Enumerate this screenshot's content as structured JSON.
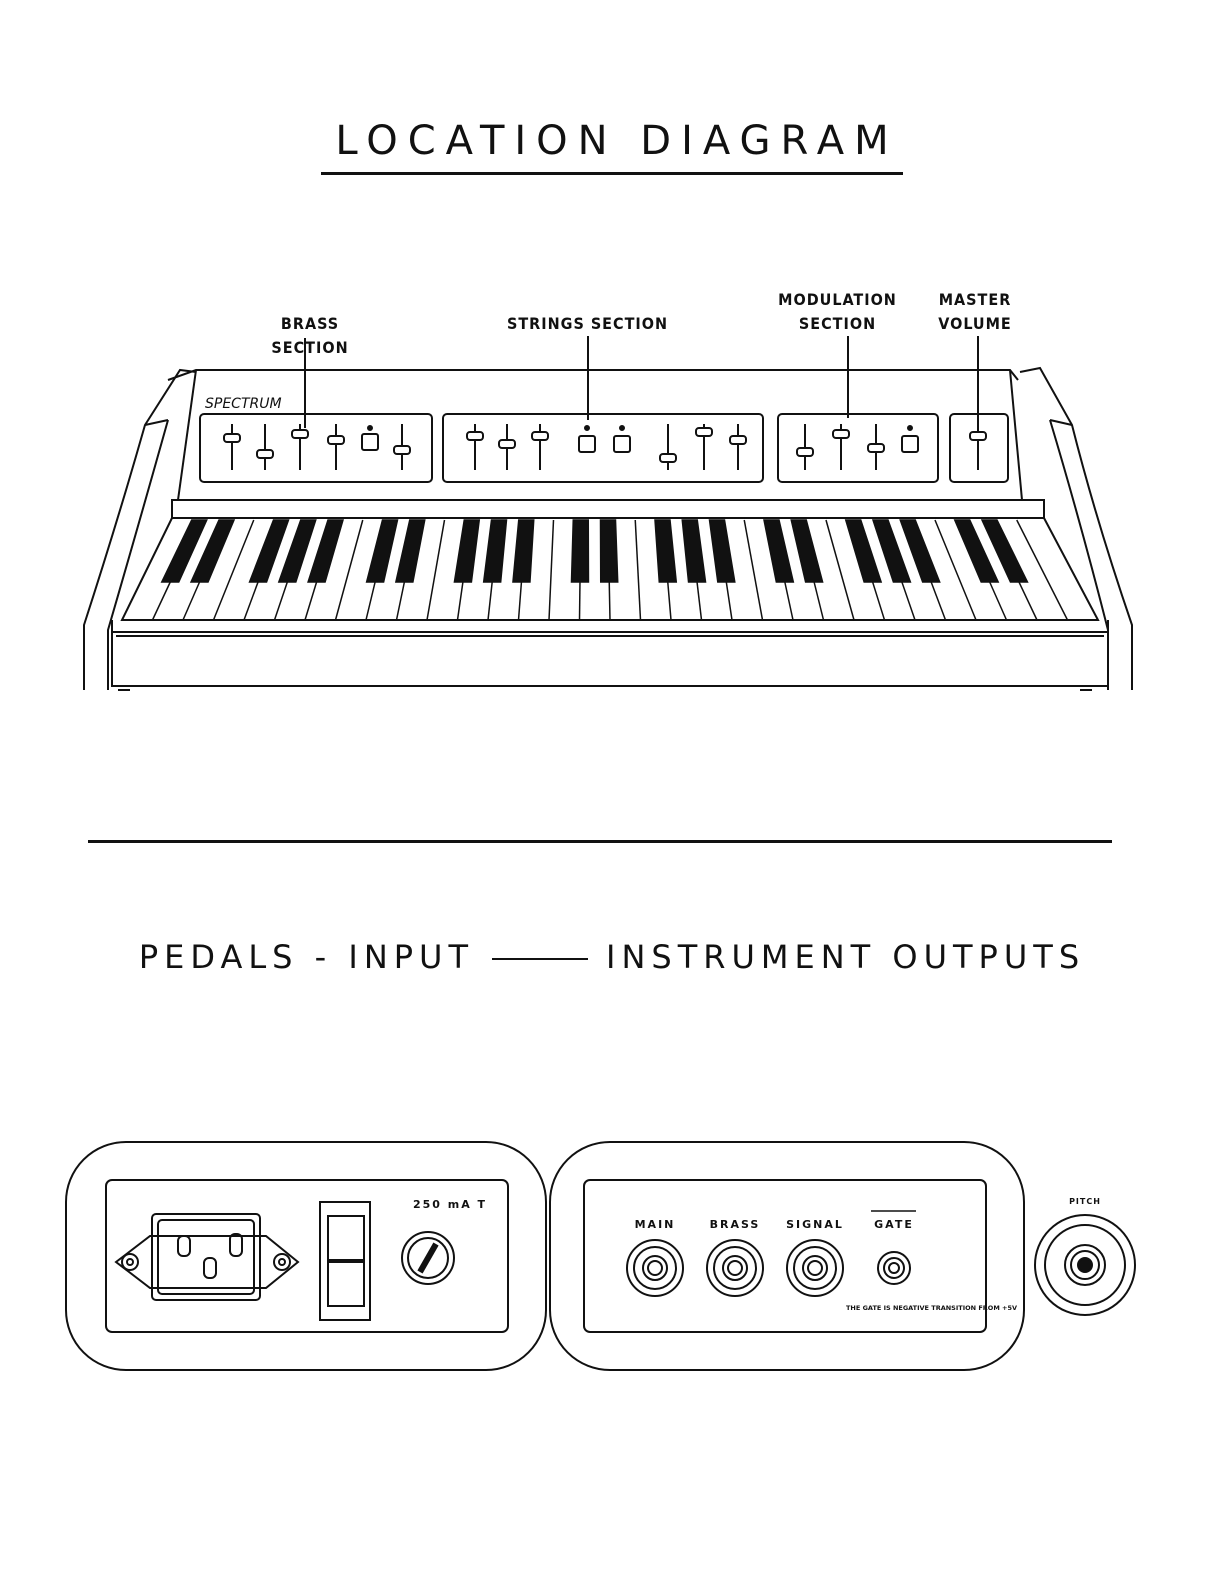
{
  "title": "LOCATION DIAGRAM",
  "keyboard": {
    "labels": {
      "brass": "BRASS SECTION",
      "strings": "STRINGS SECTION",
      "modulation_1": "MODULATION",
      "modulation_2": "SECTION",
      "master_1": "MASTER",
      "master_2": "VOLUME"
    },
    "brand_logo": "SPECTRUM",
    "white_key_count": 32
  },
  "rear_panel_heading": {
    "left": "PEDALS - INPUT",
    "right": "INSTRUMENT OUTPUTS"
  },
  "rear_panel": {
    "fuse_label": "250 mA T",
    "outputs": [
      "MAIN",
      "BRASS",
      "SIGNAL",
      "GATE"
    ],
    "gate_note": "THE GATE IS NEGATIVE TRANSITION FROM +5V",
    "pitch_label": "PITCH"
  }
}
